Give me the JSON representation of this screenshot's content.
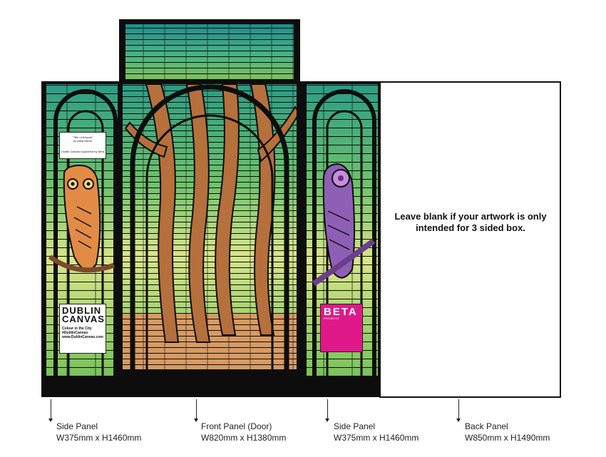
{
  "note": {
    "line1": "Leave blank if your artwork is only",
    "line2": "intended for 3 sided box."
  },
  "panels": [
    {
      "name": "Side Panel",
      "size": "W375mm x H1460mm"
    },
    {
      "name": "Front Panel (Door)",
      "size": "W820mm x H1380mm"
    },
    {
      "name": "Side Panel",
      "size": "W375mm x H1460mm"
    },
    {
      "name": "Back Panel",
      "size": "W850mm x H1490mm"
    }
  ],
  "title_card": {
    "title": "\"Title of Artwork\"",
    "byline": "by Artist Name",
    "footer": "Dublin Canvas supported by Beta"
  },
  "dublin_canvas": {
    "line1": "DUBLIN",
    "line2": "CANVAS",
    "tagline": "Colour in the City",
    "hashtag": "#DublinCanvas",
    "url": "www.DublinCanvas.com"
  },
  "beta_projects": {
    "logo": "BETA",
    "sub": "PROJECTS"
  },
  "colors": {
    "frame": "#0d0d0d",
    "glass_teal": "#2fa386",
    "glass_green": "#7cc24a",
    "glass_yellow": "#e4e98a",
    "tree": "#b5703c",
    "owl_orange": "#e28b46",
    "owl_purple": "#8e5fb5",
    "beta_pink": "#e0198a"
  }
}
